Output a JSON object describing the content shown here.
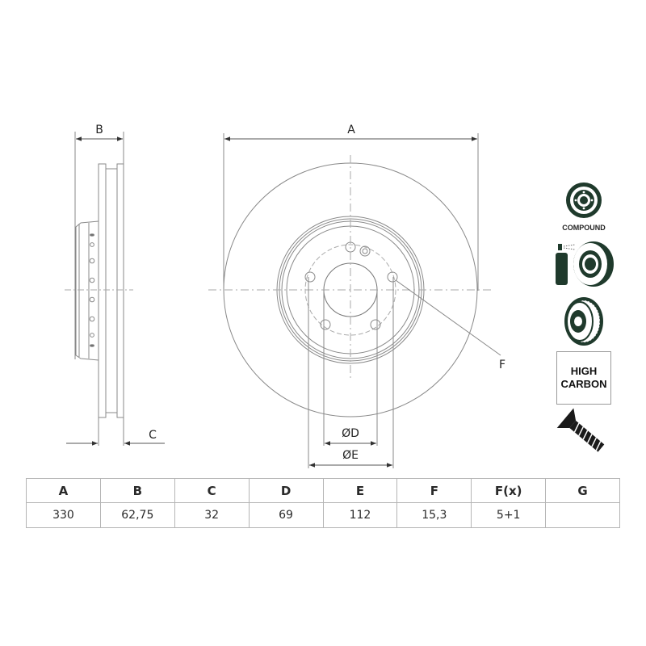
{
  "diagram": {
    "subject": "Brake disc technical drawing",
    "side_view_labels": {
      "B": "B",
      "C": "C"
    },
    "front_view_labels": {
      "A": "A",
      "D": "ØD",
      "E": "ØE",
      "F": "F"
    }
  },
  "feature_icons": [
    {
      "name": "compound-icon",
      "label": "COMPOUND"
    },
    {
      "name": "coated-disc-spray-icon",
      "label": ""
    },
    {
      "name": "vented-disc-icon",
      "label": ""
    },
    {
      "name": "high-carbon-icon",
      "label": "HIGH CARBON",
      "lines": [
        "HIGH",
        "CARBON"
      ]
    },
    {
      "name": "screw-icon",
      "label": ""
    }
  ],
  "spec_table": {
    "headers": [
      "A",
      "B",
      "C",
      "D",
      "E",
      "F",
      "F(x)",
      "G"
    ],
    "values": [
      "330",
      "62,75",
      "32",
      "69",
      "112",
      "15,3",
      "5+1",
      ""
    ]
  },
  "colors": {
    "line": "#8a8a8a",
    "dark_line": "#555555",
    "icon_fill": "#1f3a2c",
    "text": "#222222"
  }
}
